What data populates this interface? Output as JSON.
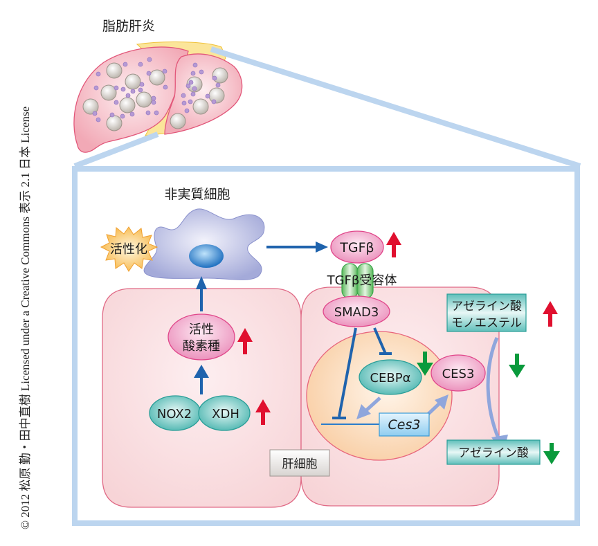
{
  "copyright": "© 2012 松原 勤・田中直樹 Licensed under a Creative Commons 表示 2.1 日本 License",
  "liver": {
    "title": "脂肪肝炎"
  },
  "nonparenchymal": {
    "title": "非実質細胞",
    "activation_label": "活性化"
  },
  "hepatocyte": {
    "label": "肝細胞"
  },
  "nodes": {
    "ros_line1": "活性",
    "ros_line2": "酸素種",
    "nox2": "NOX2",
    "xdh": "XDH",
    "tgfb": "TGFβ",
    "tgfb_receptor": "TGFβ受容体",
    "smad3": "SMAD3",
    "cebpa": "CEBPα",
    "ces3_protein": "CES3",
    "ces3_gene": "Ces3",
    "azelaic_monoester_line1": "アゼライン酸",
    "azelaic_monoester_line2": "モノエステル",
    "azelaic_acid": "アゼライン酸"
  },
  "changes": {
    "ros": "up",
    "nox2_xdh": "up",
    "tgfb": "up",
    "cebpa": "down",
    "azelaic_monoester": "up",
    "conversion": "down",
    "azelaic_acid": "down"
  },
  "colors": {
    "frame": "#bcd5ef",
    "activation_arrow": "#1f63ad",
    "inhibition": "#1f63ad",
    "up_arrow": "#e0102f",
    "down_arrow": "#0a9a3c",
    "regulation_arrow": "#8fa6dc",
    "cell_fill": "#f9d9dc",
    "cell_border": "#e06a86",
    "nucleus_fill": "#fbdcc0",
    "pink_node": "#ee9fc4",
    "teal_node": "#4db8b2",
    "metabolite_box": "#6cc5c0"
  }
}
